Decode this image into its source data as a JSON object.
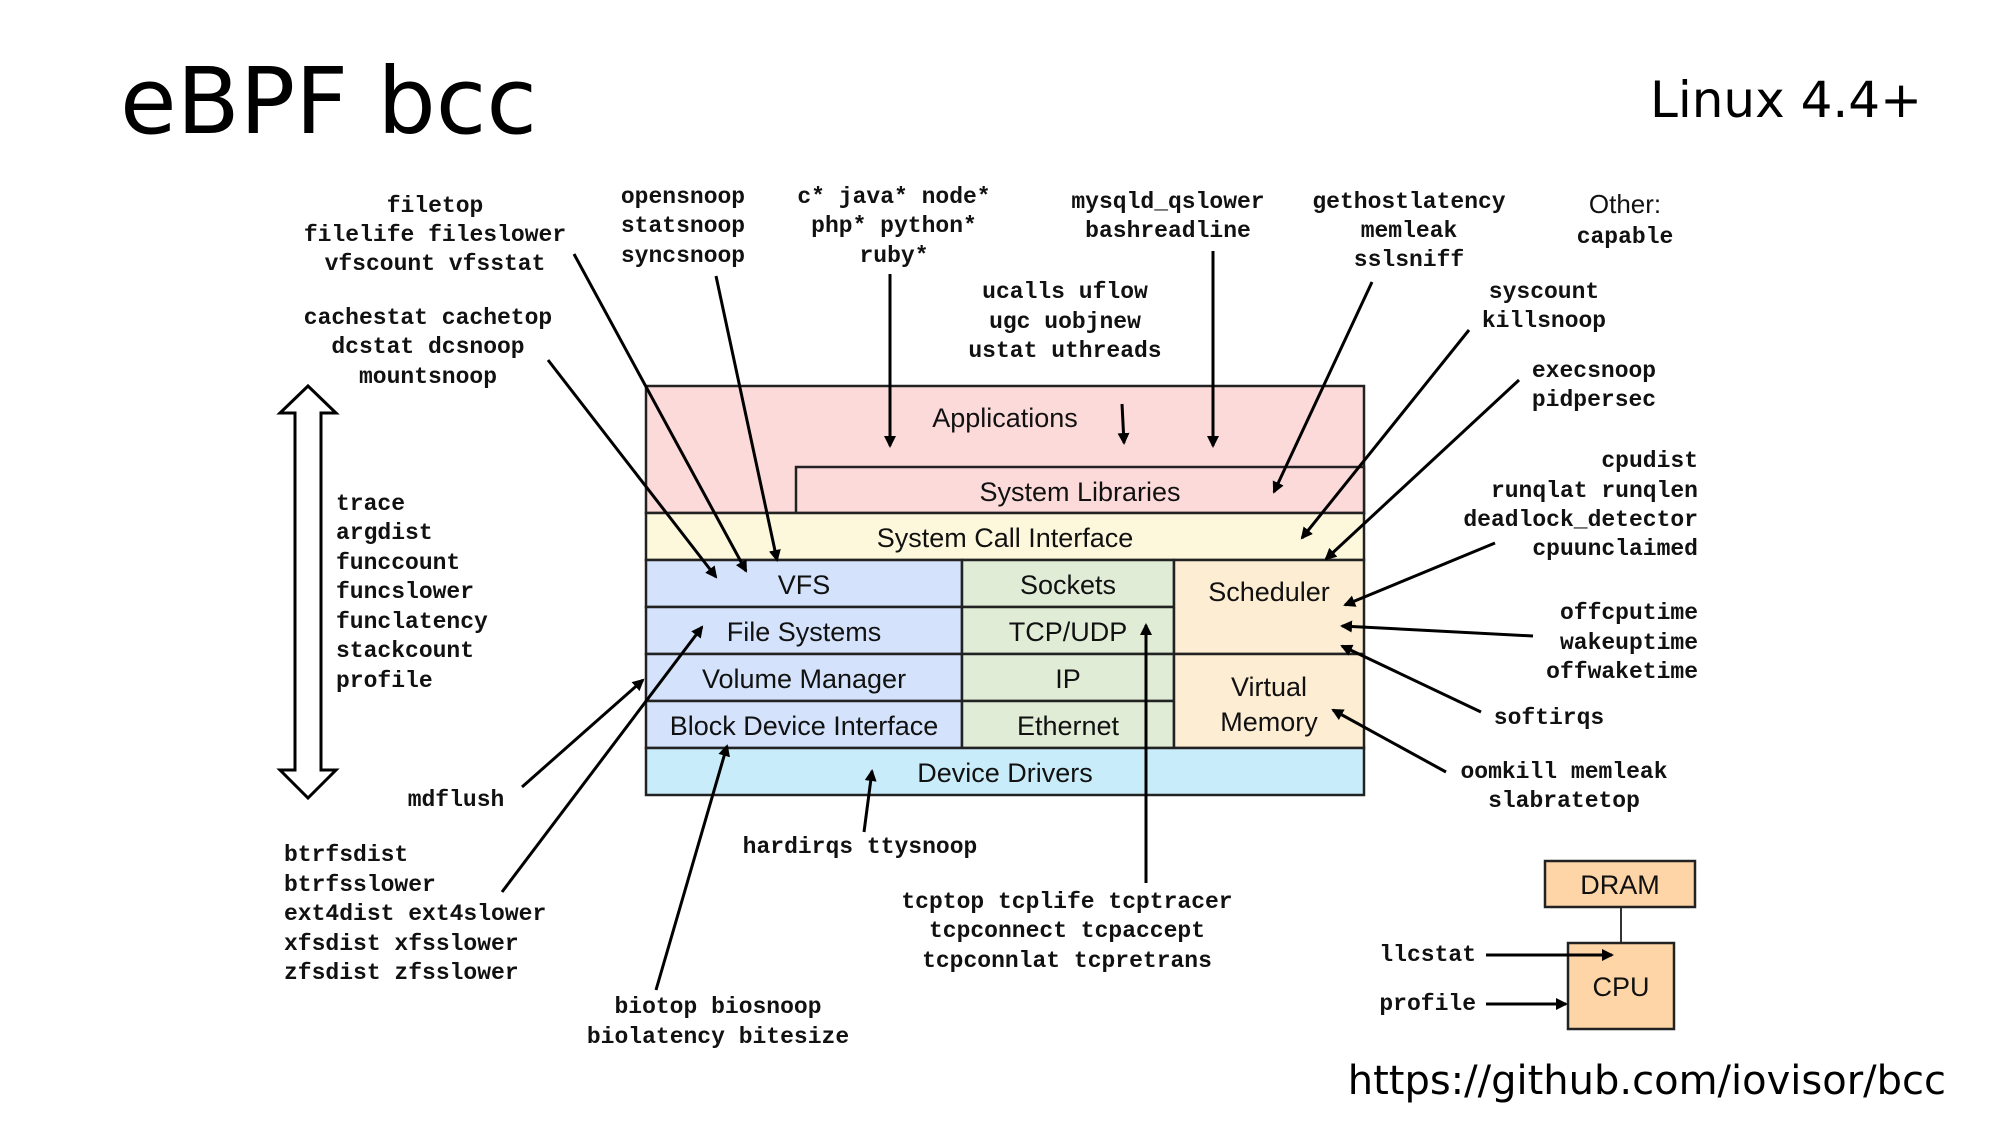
{
  "header": {
    "title": "eBPF bcc",
    "kernel_version": "Linux 4.4+",
    "url": "https://github.com/iovisor/bcc"
  },
  "colors": {
    "applications": "#fddada",
    "syscall": "#fdf8dc",
    "storage": "#d4e3fb",
    "network": "#e0ecd6",
    "cpu_mem": "#fdedd3",
    "drivers": "#c9ecfb",
    "hardware": "#fdd5a6"
  },
  "stack": {
    "applications": "Applications",
    "system_libraries": "System Libraries",
    "system_call_interface": "System Call Interface",
    "vfs": "VFS",
    "file_systems": "File Systems",
    "volume_manager": "Volume Manager",
    "block_device_interface": "Block Device Interface",
    "sockets": "Sockets",
    "tcp_udp": "TCP/UDP",
    "ip": "IP",
    "ethernet": "Ethernet",
    "scheduler": "Scheduler",
    "virtual_memory_line1": "Virtual",
    "virtual_memory_line2": "Memory",
    "device_drivers": "Device Drivers"
  },
  "hardware": {
    "dram": "DRAM",
    "cpu": "CPU"
  },
  "tool_groups": {
    "file": [
      "filetop",
      "filelife fileslower",
      "vfscount vfsstat"
    ],
    "cache": [
      "cachestat cachetop",
      "dcstat dcsnoop",
      "mountsnoop"
    ],
    "snoop": [
      "opensnoop",
      "statsnoop",
      "syncsnoop"
    ],
    "langs": [
      "c* java* node*",
      "php* python*",
      "ruby*"
    ],
    "ucalls": [
      "ucalls uflow",
      "ugc uobjnew",
      "ustat uthreads"
    ],
    "mysql": [
      "mysqld_qslower",
      "bashreadline"
    ],
    "gethost": [
      "gethostlatency",
      "memleak",
      "sslsniff"
    ],
    "other_label": "Other:",
    "other": [
      "capable"
    ],
    "syscount": [
      "syscount",
      "killsnoop"
    ],
    "exec": [
      "execsnoop",
      "pidpersec"
    ],
    "cpu": [
      "cpudist",
      "runqlat runqlen",
      "deadlock_detector",
      "cpuunclaimed"
    ],
    "offcpu": [
      "offcputime",
      "wakeuptime",
      "offwaketime"
    ],
    "softirqs": [
      "softirqs"
    ],
    "mem": [
      "oomkill memleak",
      "slabratetop"
    ],
    "generic": [
      "trace",
      "argdist",
      "funccount",
      "funcslower",
      "funclatency",
      "stackcount",
      "profile"
    ],
    "mdflush": [
      "mdflush"
    ],
    "fs": [
      "btrfsdist",
      "btrfsslower",
      "ext4dist ext4slower",
      "xfsdist xfsslower",
      "zfsdist zfsslower"
    ],
    "bio": [
      "biotop biosnoop",
      "biolatency bitesize"
    ],
    "hardirqs": [
      "hardirqs ttysnoop"
    ],
    "tcp": [
      "tcptop tcplife tcptracer",
      "tcpconnect tcpaccept",
      "tcpconnlat tcpretrans"
    ],
    "llcstat": [
      "llcstat"
    ],
    "profile_hw": [
      "profile"
    ]
  }
}
